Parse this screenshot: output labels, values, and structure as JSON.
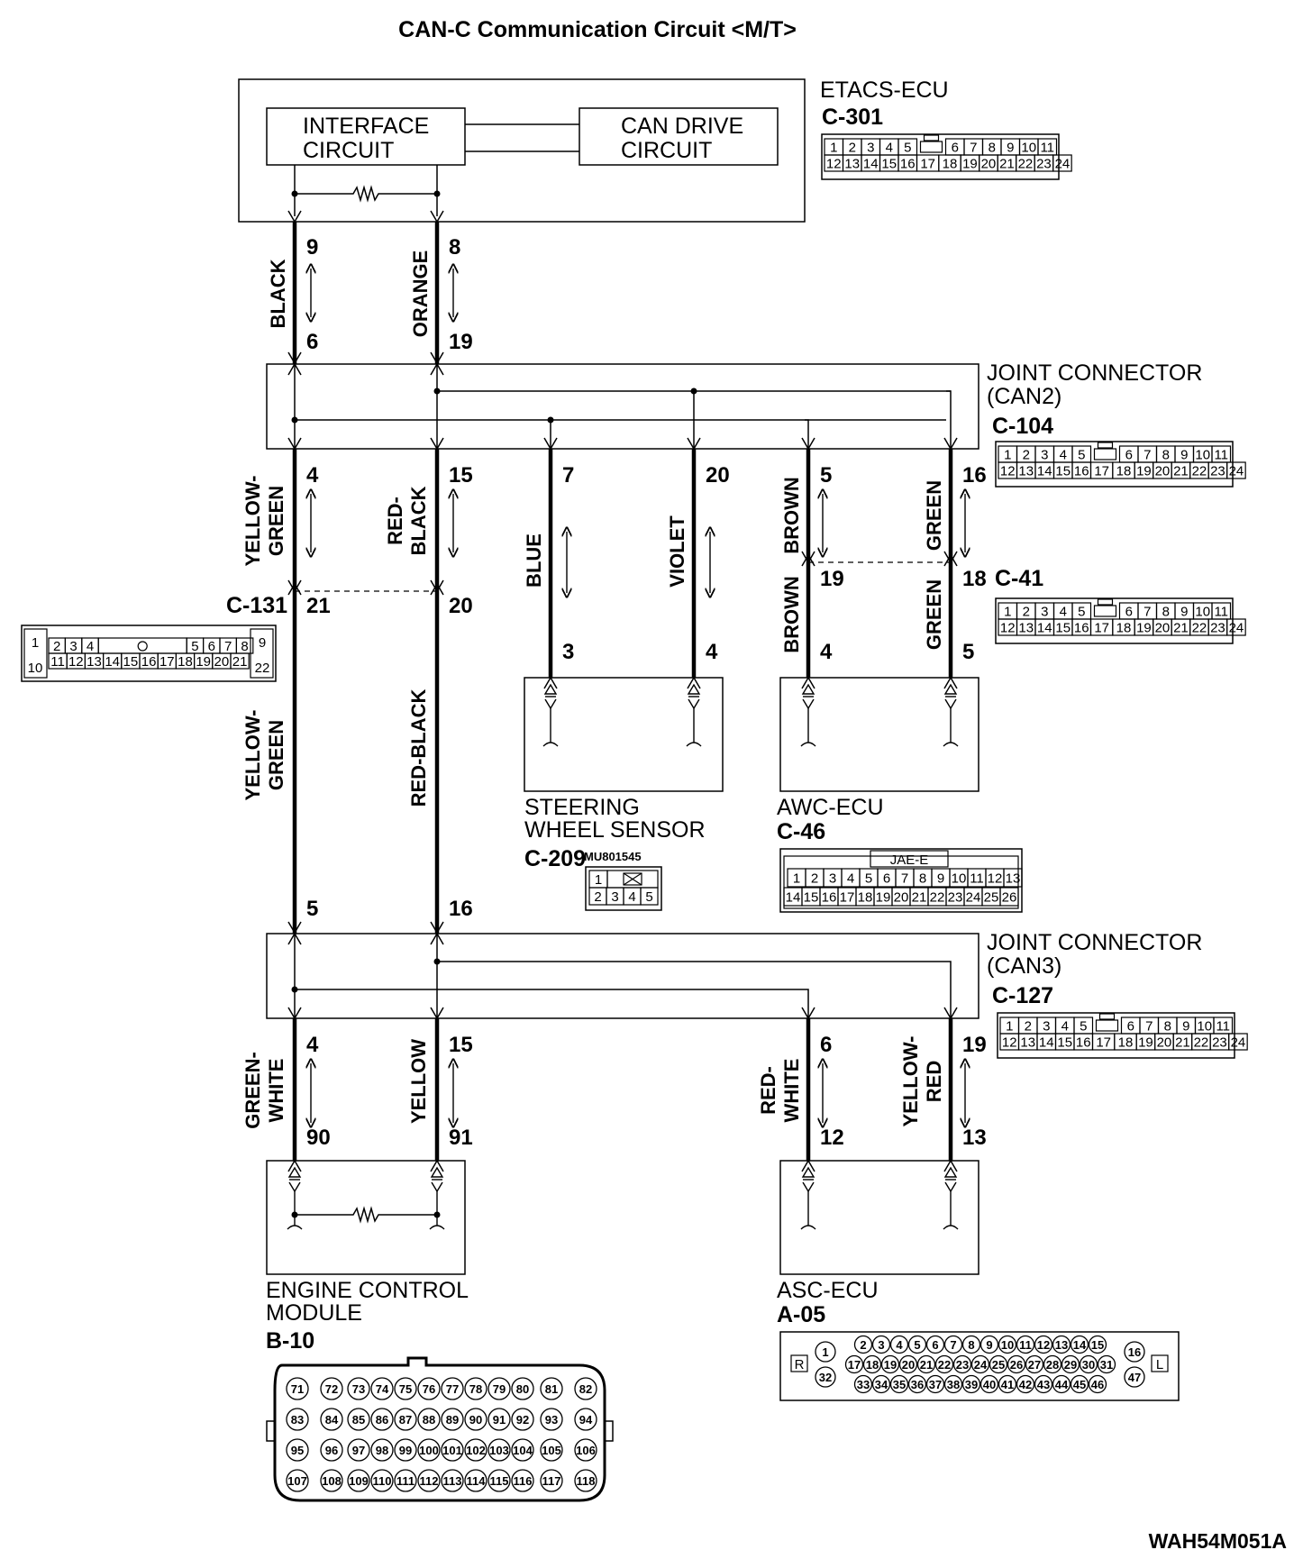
{
  "title": "CAN-C Communication Circuit <M/T>",
  "drawing_code": "WAH54M051A",
  "etacs": {
    "name": "ETACS-ECU",
    "code": "C-301",
    "interface_1": "INTERFACE",
    "interface_2": "CIRCUIT",
    "candrive_1": "CAN DRIVE",
    "candrive_2": "CIRCUIT",
    "pins": [
      "9",
      "8"
    ]
  },
  "jc2": {
    "name_1": "JOINT CONNECTOR",
    "name_2": "(CAN2)",
    "code": "C-104",
    "in_pins": [
      "6",
      "19"
    ],
    "out_pins": [
      "4",
      "15",
      "7",
      "20",
      "5",
      "16"
    ]
  },
  "jc3": {
    "name_1": "JOINT CONNECTOR",
    "name_2": "(CAN3)",
    "code": "C-127",
    "in_pins": [
      "5",
      "16"
    ],
    "out_pins": [
      "4",
      "15",
      "6",
      "19"
    ]
  },
  "c131": {
    "code": "C-131",
    "pins": [
      "21",
      "20"
    ]
  },
  "c41": {
    "code": "C-41",
    "pins": [
      "19",
      "18"
    ]
  },
  "wires": {
    "black": "BLACK",
    "orange": "ORANGE",
    "yg1": "YELLOW-",
    "yg2": "GREEN",
    "yellow_green": "YELLOW-GREEN",
    "rb1": "RED-",
    "rb2": "BLACK",
    "red_black": "RED-BLACK",
    "blue": "BLUE",
    "violet": "VIOLET",
    "brown": "BROWN",
    "green": "GREEN",
    "gw1": "GREEN-",
    "gw2": "WHITE",
    "yellow": "YELLOW",
    "rw1": "RED-",
    "rw2": "WHITE",
    "yr1": "YELLOW-",
    "yr2": "RED"
  },
  "steering": {
    "name_1": "STEERING",
    "name_2": "WHEEL SENSOR",
    "code": "C-209",
    "part": "MU801545",
    "pins": [
      "3",
      "4"
    ]
  },
  "awc": {
    "name": "AWC-ECU",
    "code": "C-46",
    "jae": "JAE-E",
    "pins": [
      "4",
      "5"
    ]
  },
  "ecm": {
    "name_1": "ENGINE CONTROL",
    "name_2": "MODULE",
    "code": "B-10",
    "pins": [
      "90",
      "91"
    ]
  },
  "asc": {
    "name": "ASC-ECU",
    "code": "A-05",
    "pins": [
      "12",
      "13"
    ],
    "r": "R",
    "l": "L"
  }
}
